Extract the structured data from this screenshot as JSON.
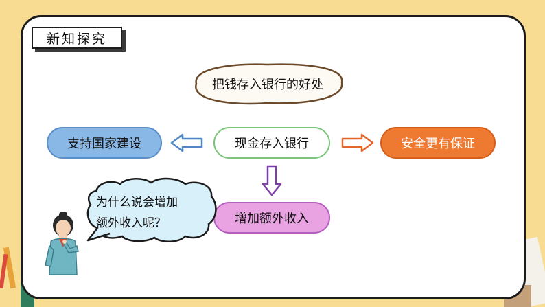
{
  "title": "新知探究",
  "cloud_heading": "把钱存入银行的好处",
  "center_box": "现金存入银行",
  "left_box": "支持国家建设",
  "right_box": "安全更有保证",
  "bottom_box": "增加额外收入",
  "speech_bubble": {
    "line1": "为什么说会增加",
    "line2": "额外收入呢？"
  },
  "colors": {
    "background": "#f8dc92",
    "left_box": "#8ab8e6",
    "right_box": "#ee7a32",
    "bottom_box": "#e9a2e2",
    "arrow_blue": "#4f86c6",
    "arrow_orange": "#e2672a",
    "arrow_purple": "#7d3fa8"
  },
  "icons": [
    "arrow-left-icon",
    "arrow-right-icon",
    "arrow-down-icon",
    "girl-illustration",
    "pencil-decoration"
  ]
}
